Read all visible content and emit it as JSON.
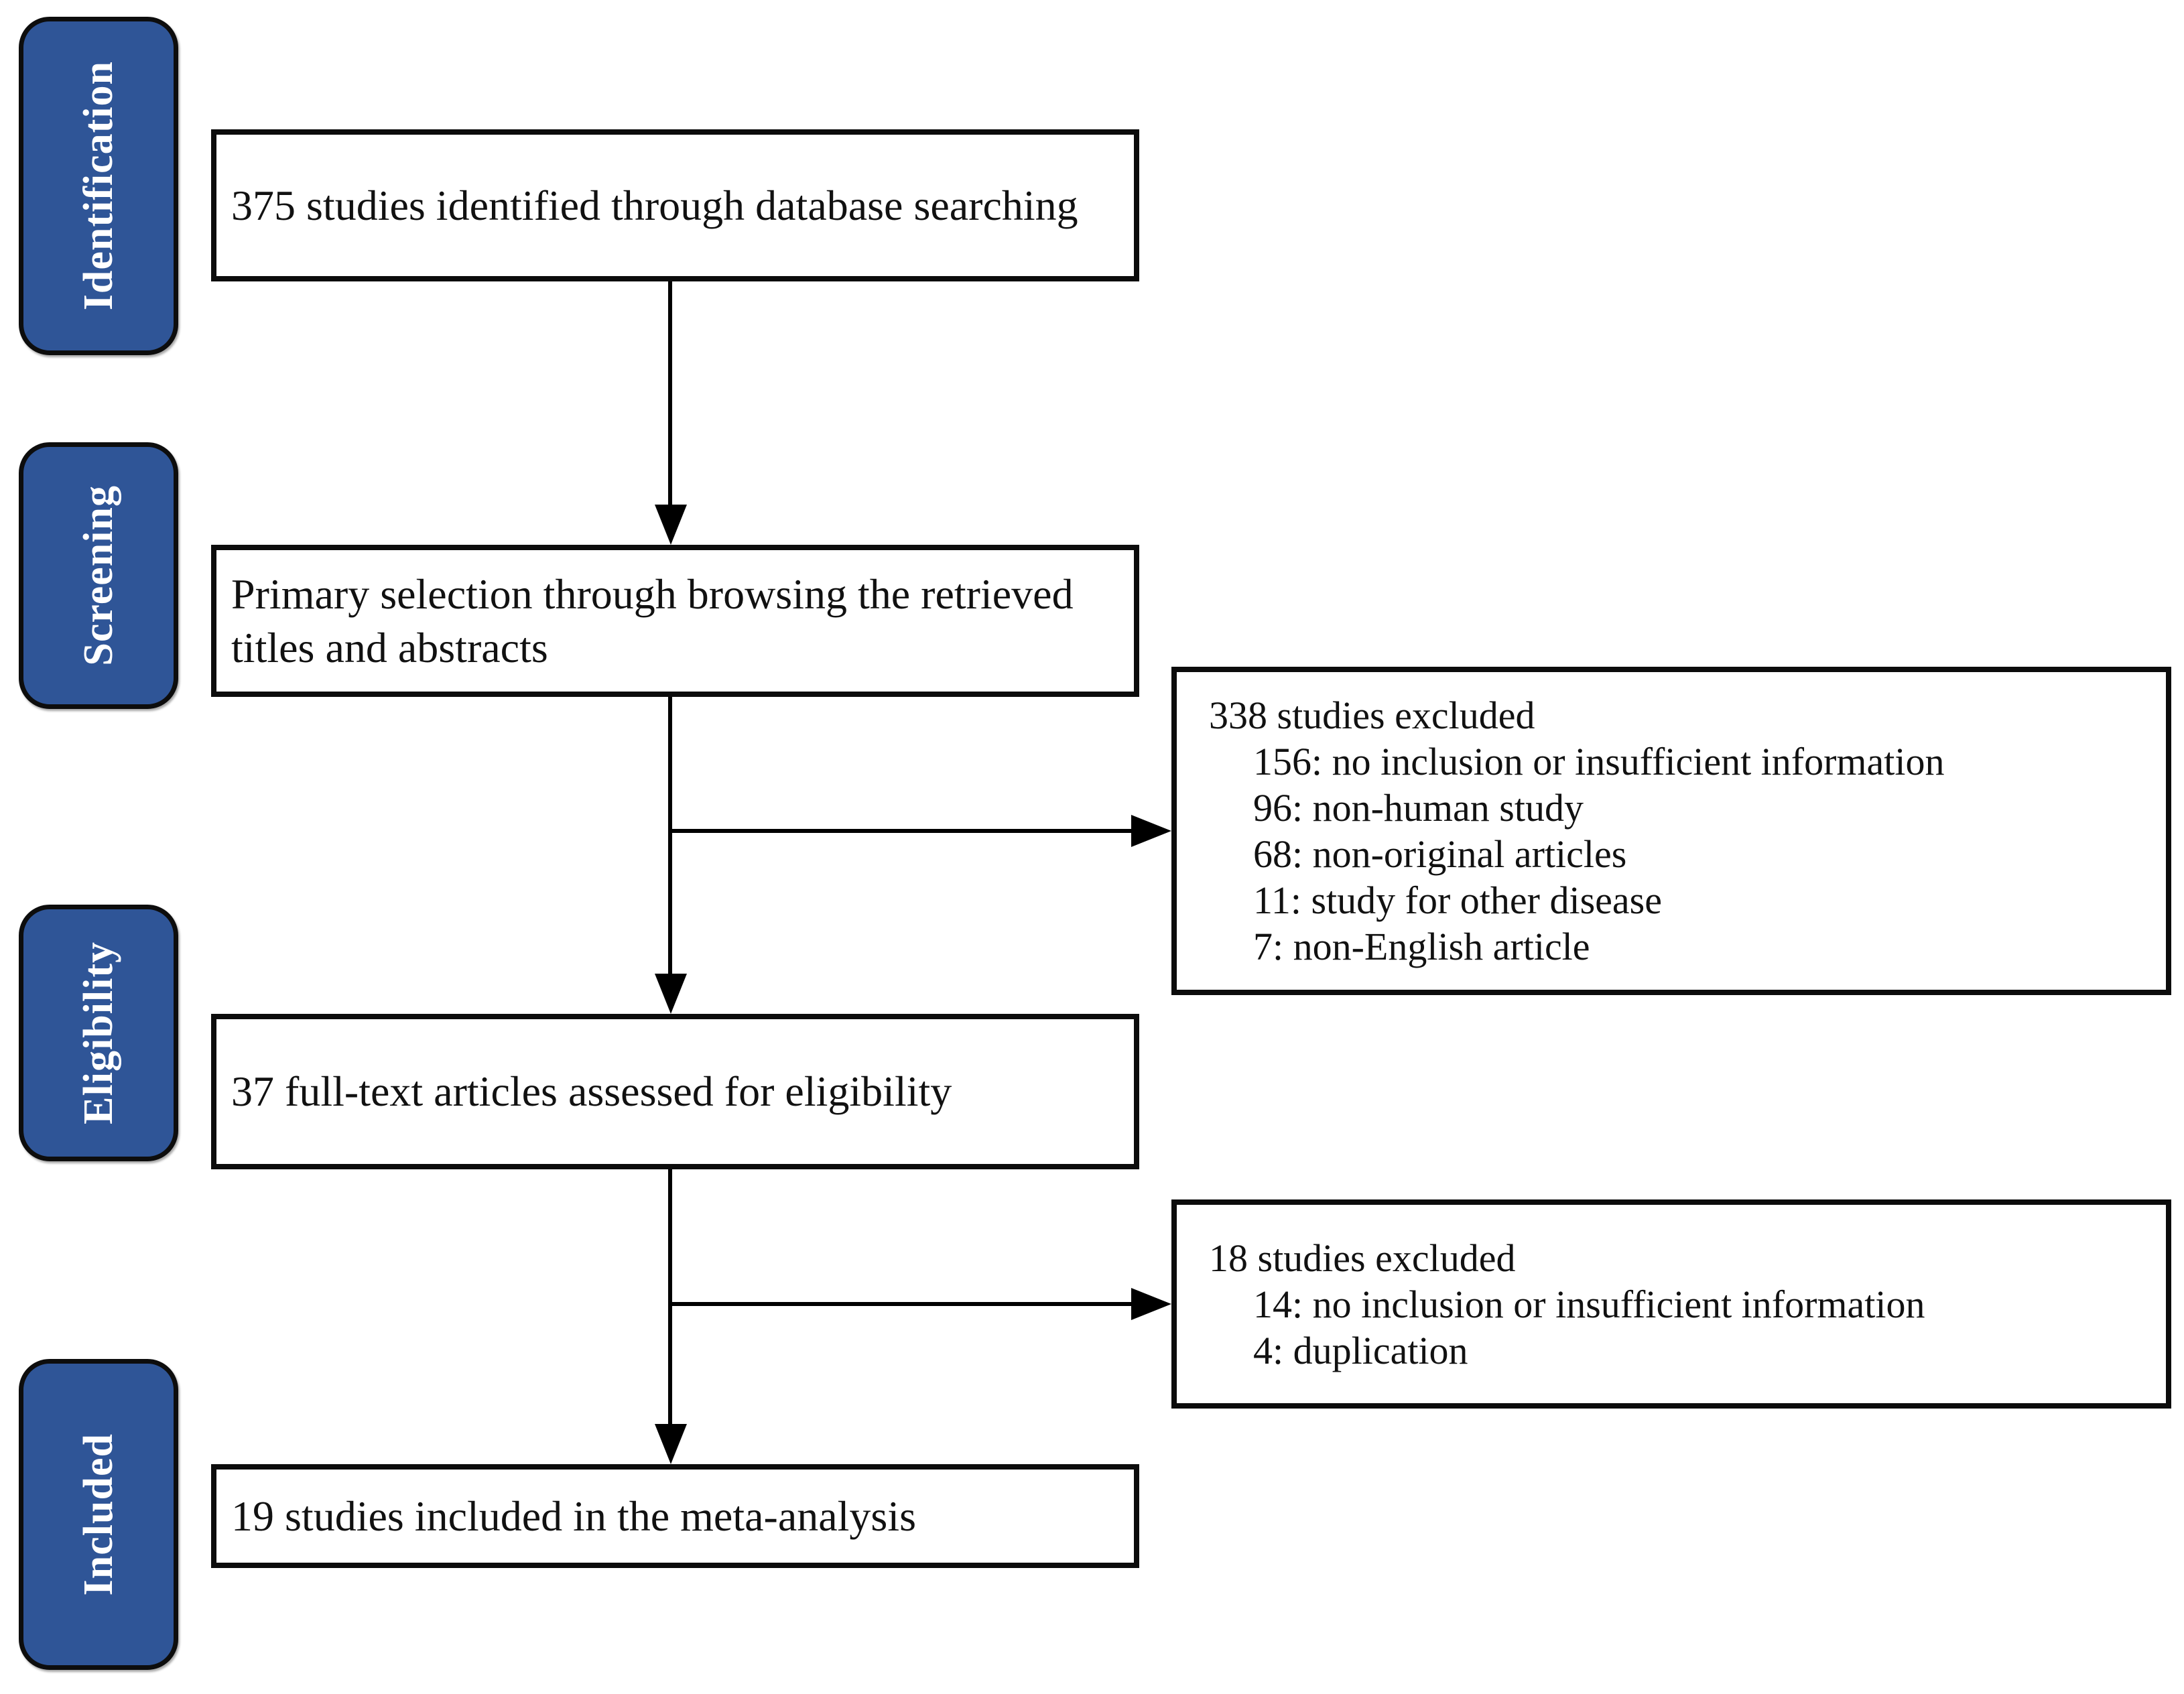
{
  "colors": {
    "stage_fill": "#2F5597",
    "stage_text": "#FFFFFF",
    "box_fill": "#FFFFFF",
    "box_border": "#0C0C0C",
    "arrow": "#000000",
    "background": "#FFFFFF"
  },
  "stages": [
    {
      "label": "Identification"
    },
    {
      "label": "Screening"
    },
    {
      "label": "Eligibility"
    },
    {
      "label": "Included"
    }
  ],
  "flow_boxes": [
    {
      "text": "375 studies identified through database searching"
    },
    {
      "text": "Primary selection through browsing the retrieved titles and abstracts"
    },
    {
      "text": "37 full-text articles assessed for eligibility"
    },
    {
      "text": "19 studies included in the meta-analysis"
    }
  ],
  "exclusion_boxes": [
    {
      "title": "338 studies excluded",
      "items": [
        "156: no inclusion or insufficient information",
        "96: non-human study",
        "68: non-original articles",
        "11: study for other disease",
        "7: non-English article"
      ]
    },
    {
      "title": "18 studies excluded",
      "items": [
        "14: no inclusion or insufficient information",
        "4: duplication"
      ]
    }
  ]
}
